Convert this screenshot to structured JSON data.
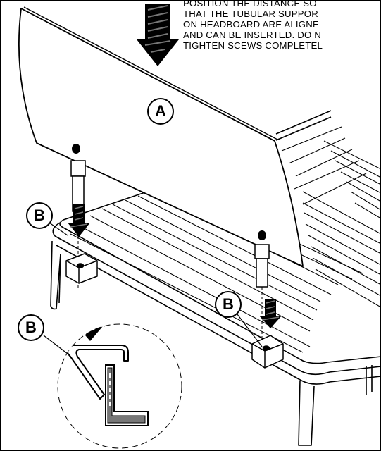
{
  "instructions": [
    "POSITION THE DISTANCE SO",
    "THAT THE TUBULAR SUPPOR",
    "ON HEADBOARD ARE ALIGNE",
    "AND CAN BE INSERTED. DO N",
    "TIGHTEN SCEWS COMPLETEL"
  ],
  "callouts": {
    "headboard": "A",
    "bracket_left": "B",
    "bracket_right": "B",
    "detail": "B"
  },
  "colors": {
    "line": "#000000",
    "background": "#ffffff",
    "arrow_dark": "#000000",
    "arrow_light": "#555555"
  }
}
